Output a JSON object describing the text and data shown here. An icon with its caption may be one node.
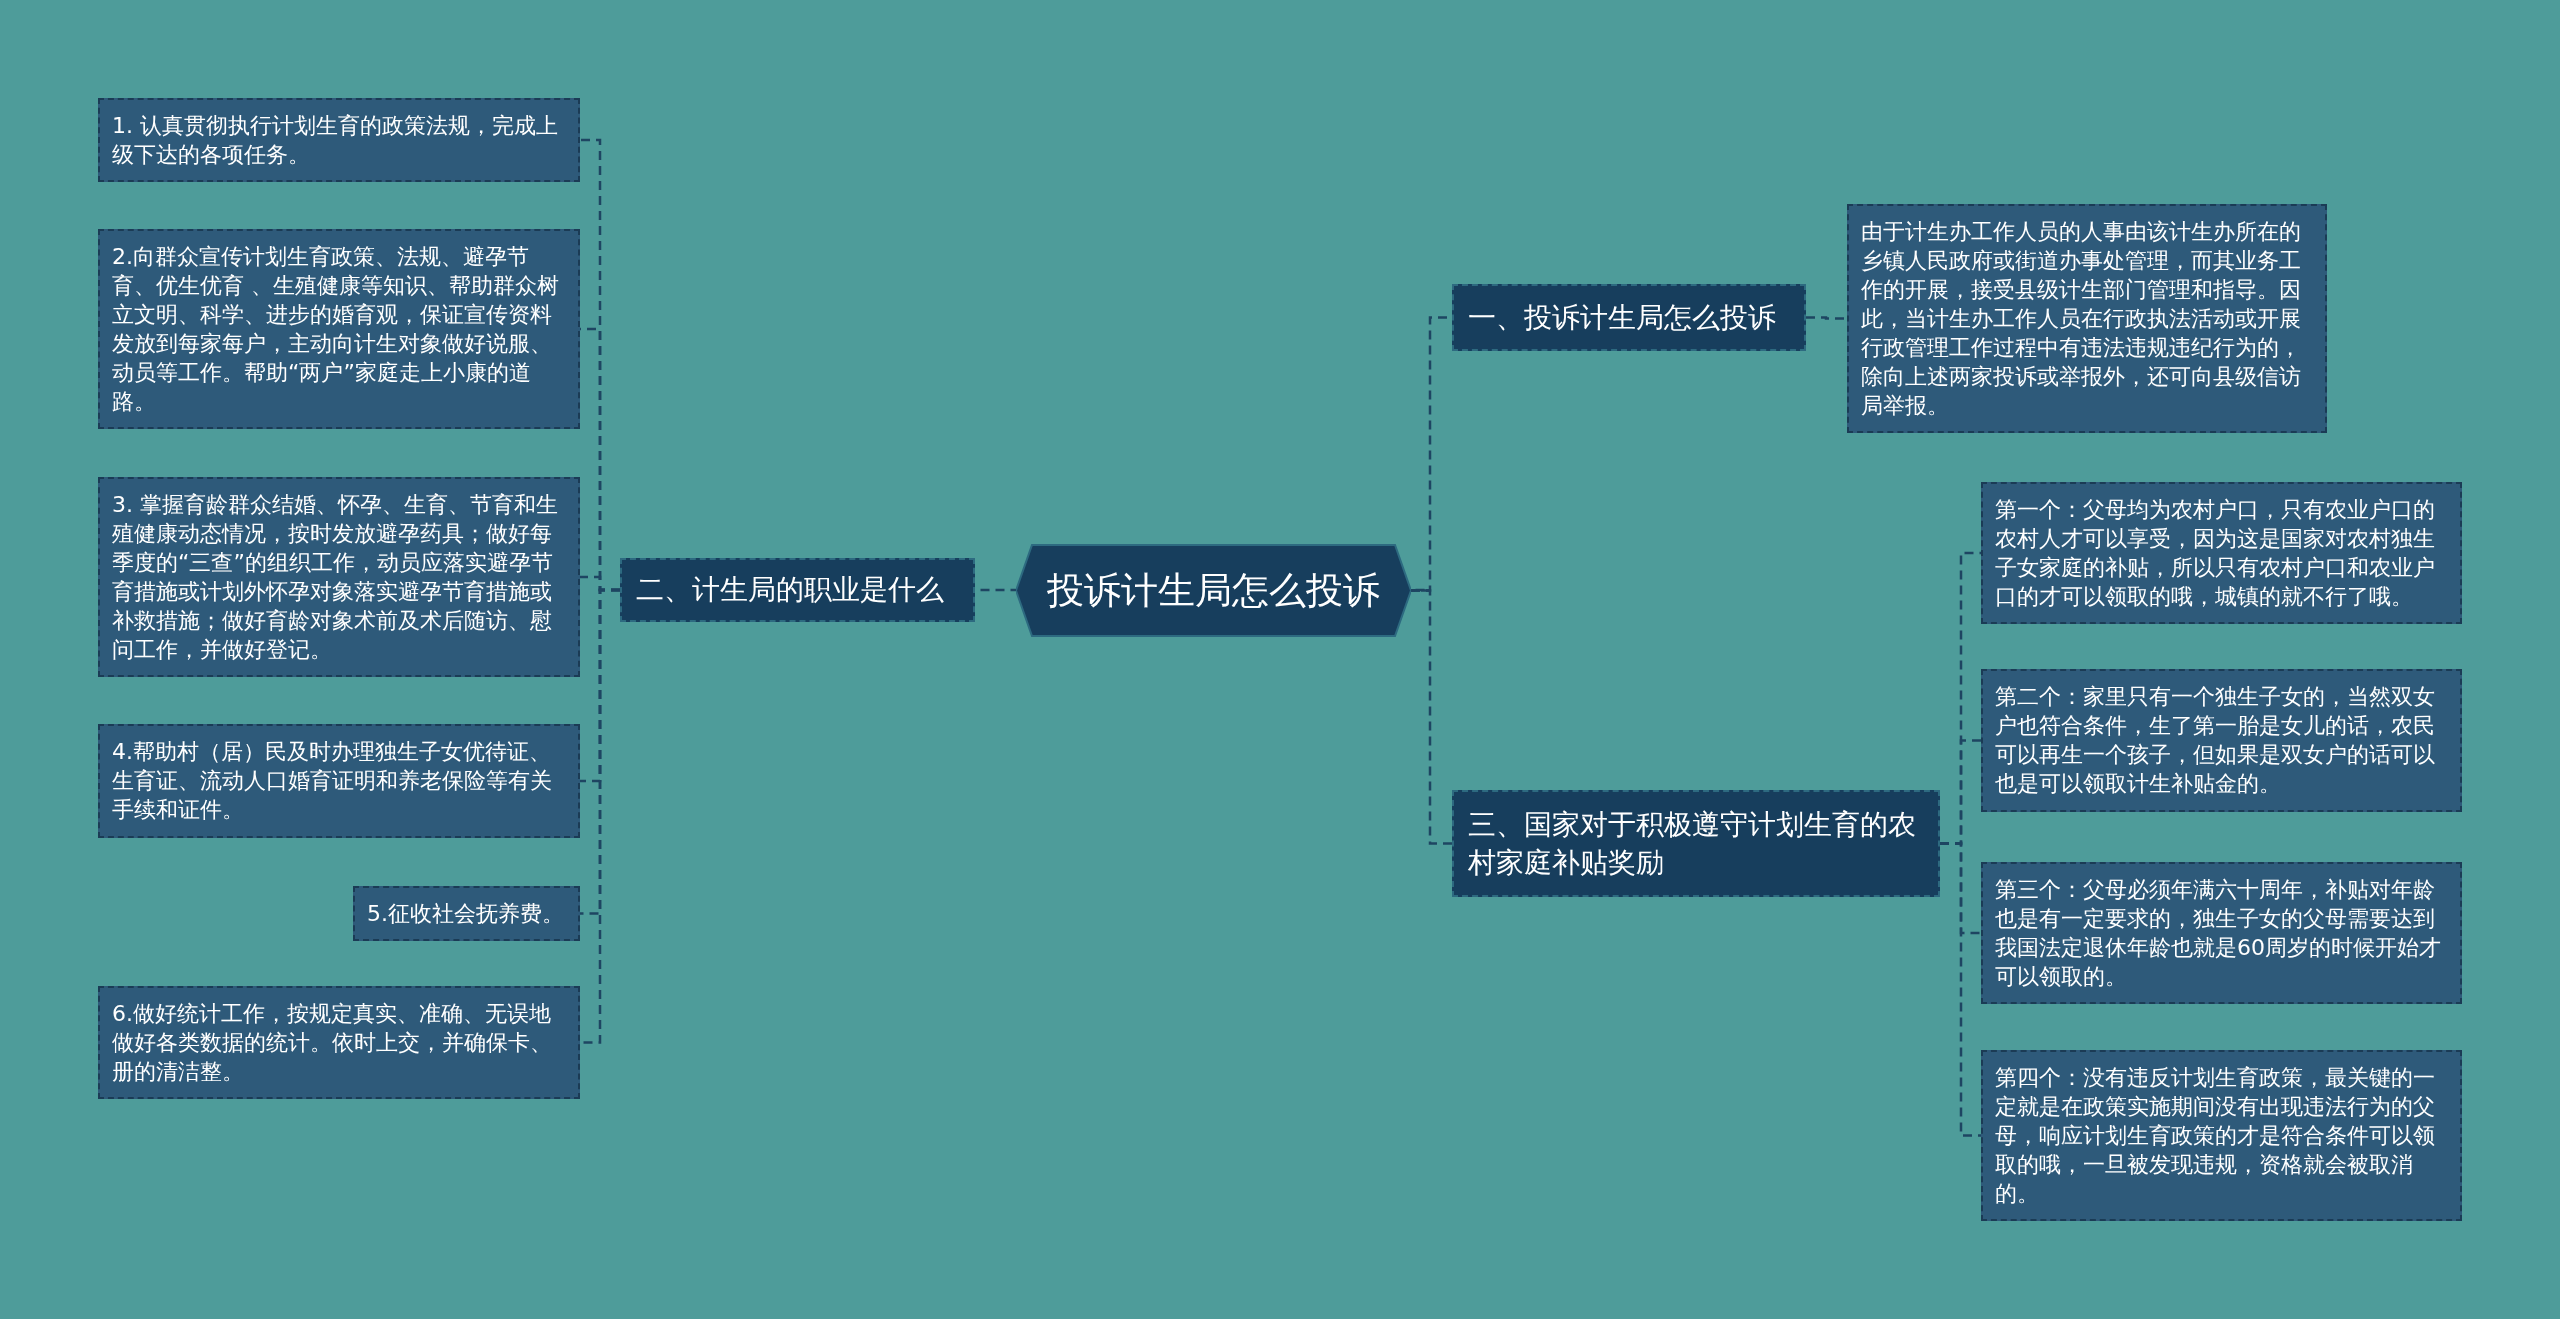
{
  "diagram": {
    "nodes": [
      {
        "text": [
          "投诉计生局怎么投诉"
        ]
      },
      {
        "text": [
          "一、投诉计生局怎么投诉"
        ]
      },
      {
        "text": [
          "由于计生办工作人员的人事由该计生办所在的乡镇人民政府或街道办事处管理，而其业务工作的开展，接受县级计生部门管理和指导。因此，当计生办工作人员在行政执法活动或开展行政管理工作过程中有违法违规违纪行为的，除向上述两家投诉或举报外，还可向县级信访局举报。"
        ]
      },
      {
        "text": [
          "二、计生局的职业是什么"
        ]
      },
      {
        "text": [
          "1. 认真贯彻执行计划生育的政策法规，完成上级下达的各项任务。"
        ]
      },
      {
        "text": [
          "2.向群众宣传计划生育政策、法规、避孕节育、优生优育 、生殖健康等知识、帮助群众树立文明、科学、进步的婚育观，保证宣传资料发放到每家每户，主动向计生对象做好说服、动员等工作。帮助“两户”家庭走上小康的道路。"
        ]
      },
      {
        "text": [
          "3. 掌握育龄群众结婚、怀孕、生育、节育和生殖健康动态情况，按时发放避孕药具；做好每季度的“三查”的组织工作，动员应落实避孕节育措施或计划外怀孕对象落实避孕节育措施或补救措施；做好育龄对象术前及术后随访、慰问工作，并做好登记。"
        ]
      },
      {
        "text": [
          "4.帮助村（居）民及时办理独生子女优待证、生育证、流动人口婚育证明和养老保险等有关手续和证件。"
        ]
      },
      {
        "text": [
          "5.征收社会抚养费。"
        ]
      },
      {
        "text": [
          "6.做好统计工作，按规定真实、准确、无误地做好各类数据的统计。依时上交，并确保卡、册的清洁整。"
        ]
      },
      {
        "text": [
          "三、国家对于积极遵守计划生育的农村家庭补贴奖励"
        ]
      },
      {
        "text": [
          "第一个：父母均为农村户口，只有农业户口的农村人才可以享受，因为这是国家对农村独生子女家庭的补贴，所以只有农村户口和农业户口的才可以领取的哦，城镇的就不行了哦。"
        ]
      },
      {
        "text": [
          "第二个：家里只有一个独生子女的，当然双女户也符合条件，生了第一胎是女儿的话，农民可以再生一个孩子，但如果是双女户的话可以也是可以领取计生补贴金的。"
        ]
      },
      {
        "text": [
          "第三个：父母必须年满六十周年，补贴对年龄也是有一定要求的，独生子女的父母需要达到我国法定退休年龄也就是60周岁的时候开始才可以领取的。"
        ]
      },
      {
        "text": [
          "第四个：没有违反计划生育政策，最关键的一定就是在政策实施期间没有出现违法行为的父母，响应计划生育政策的才是符合条件可以领取的哦，一旦被发现违规，资格就会被取消的。"
        ]
      }
    ],
    "edges": [
      {
        "from": 0,
        "to": 1,
        "arrow": "none",
        "style": "dashed"
      },
      {
        "from": 1,
        "to": 2,
        "arrow": "none",
        "style": "dashed"
      },
      {
        "from": 0,
        "to": 3,
        "arrow": "none",
        "style": "dashed"
      },
      {
        "from": 3,
        "to": 4,
        "arrow": "none",
        "style": "dashed"
      },
      {
        "from": 3,
        "to": 5,
        "arrow": "none",
        "style": "dashed"
      },
      {
        "from": 3,
        "to": 6,
        "arrow": "none",
        "style": "dashed"
      },
      {
        "from": 3,
        "to": 7,
        "arrow": "none",
        "style": "dashed"
      },
      {
        "from": 3,
        "to": 8,
        "arrow": "none",
        "style": "dashed"
      },
      {
        "from": 3,
        "to": 9,
        "arrow": "none",
        "style": "dashed"
      },
      {
        "from": 0,
        "to": 10,
        "arrow": "none",
        "style": "dashed"
      },
      {
        "from": 10,
        "to": 11,
        "arrow": "none",
        "style": "dashed"
      },
      {
        "from": 10,
        "to": 12,
        "arrow": "none",
        "style": "dashed"
      },
      {
        "from": 10,
        "to": 13,
        "arrow": "none",
        "style": "dashed"
      },
      {
        "from": 10,
        "to": 14,
        "arrow": "none",
        "style": "dashed"
      }
    ]
  }
}
